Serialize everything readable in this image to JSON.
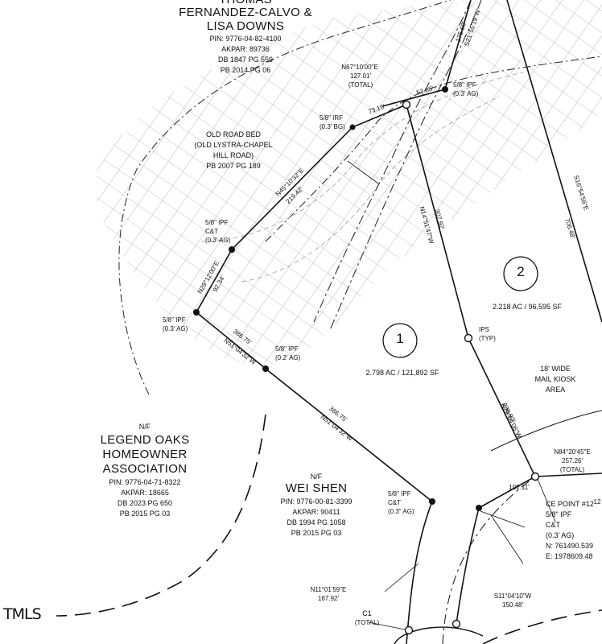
{
  "owners": {
    "top": {
      "name_line1": "THOMAS",
      "name_line2": "FERNANDEZ-CALVO &",
      "name_line3": "LISA DOWNS",
      "pin": "PIN: 9776-04-82-4100",
      "akpar": "AKPAR: 89736",
      "db": "DB 1847 PG 559",
      "pb": "PB 2014 PG 06"
    },
    "legend_oaks": {
      "nf": "N/F",
      "line1": "LEGEND OAKS",
      "line2": "HOMEOWNER",
      "line3": "ASSOCIATION",
      "pin": "PIN: 9776-04-71-8322",
      "akpar": "AKPAR: 18665",
      "db": "DB 2023 PG 650",
      "pb": "PB 2015 PG 03"
    },
    "wei_shen": {
      "nf": "N/F",
      "name": "WEI SHEN",
      "pin": "PIN: 9776-00-81-3399",
      "akpar": "AKPAR: 90411",
      "db": "DB 1994 PG 1058",
      "pb": "PB 2015 PG 03"
    }
  },
  "old_road": {
    "line1": "OLD ROAD BED",
    "line2": "(OLD LYSTRA-CHAPEL",
    "line3": "HILL ROAD)",
    "line4": "PB 2007 PG 189"
  },
  "lots": [
    {
      "number": "1",
      "area": "2.798 AC / 121,892 SF"
    },
    {
      "number": "2",
      "area": "2.218 AC / 96,595 SF"
    }
  ],
  "kiosk": {
    "line1": "18' WIDE",
    "line2": "MAIL KIOSK",
    "line3": "AREA"
  },
  "bearings": {
    "b1": "N67°10'00\"E",
    "b1_dist": "127.01'",
    "b1_total": "(TOTAL)",
    "seg_53": "53.85'",
    "seg_73": "73.16'",
    "seg_175": "175.60'",
    "s21": "S21°55'19\"W",
    "n45": "N45°10'32\"E",
    "d219": "219.42'",
    "n29": "N29°12'00\"E",
    "d92": "92.34'",
    "n51a": "N51°04'32\"W",
    "d386a": "386.75'",
    "n51b": "N51°04'32\"W",
    "d386b": "386.75'",
    "n14": "N14°51'47\"W",
    "d307": "307.92'",
    "s16": "S16°54'56\"E",
    "d706": "706.48'",
    "n29b": "N29°04'06\"W",
    "d236": "236.87'",
    "n84": "N84°20'45\"E",
    "d257": "257.26'",
    "d257_total": "(TOTAL)",
    "d102": "102.11'",
    "d12": "12",
    "s11": "S11°04'10\"W",
    "d150": "150.48'",
    "n11": "N11°01'59\"E",
    "d167": "167.92'",
    "c1": "C1",
    "c1_total": "(TOTAL)"
  },
  "monuments": {
    "ipf_top": {
      "l1": "5/8\" IPF",
      "l2": "(0.3' AG)"
    },
    "irf": {
      "l1": "5/8\" IRF",
      "l2": "(0.3' BG)"
    },
    "ipf_ct": {
      "l1": "5/8\" IPF",
      "l2": "C&T",
      "l3": "(0.3' AG)"
    },
    "ipf_left": {
      "l1": "5/8\" IPF",
      "l2": "(0.3' AG)"
    },
    "ipf_mid": {
      "l1": "5/8\" IPF",
      "l2": "(0.2' AG)"
    },
    "ipf_bottom": {
      "l1": "5/8\" IPF",
      "l2": "C&T",
      "l3": "(0.3\" AG)"
    },
    "ips": {
      "l1": "IPS",
      "l2": "(TYP)"
    }
  },
  "ce_point": {
    "l1": "CE POINT #12",
    "l2": "5/8\" IPF",
    "l3": "C&T",
    "l4": "(0.3' AG)",
    "l5": "N: 761490.539",
    "l6": "E: 1978609.48"
  },
  "logo": "TMLS",
  "colors": {
    "line": "#111111",
    "hatch": "#8a8a8a",
    "contour": "#b0b0b0"
  }
}
